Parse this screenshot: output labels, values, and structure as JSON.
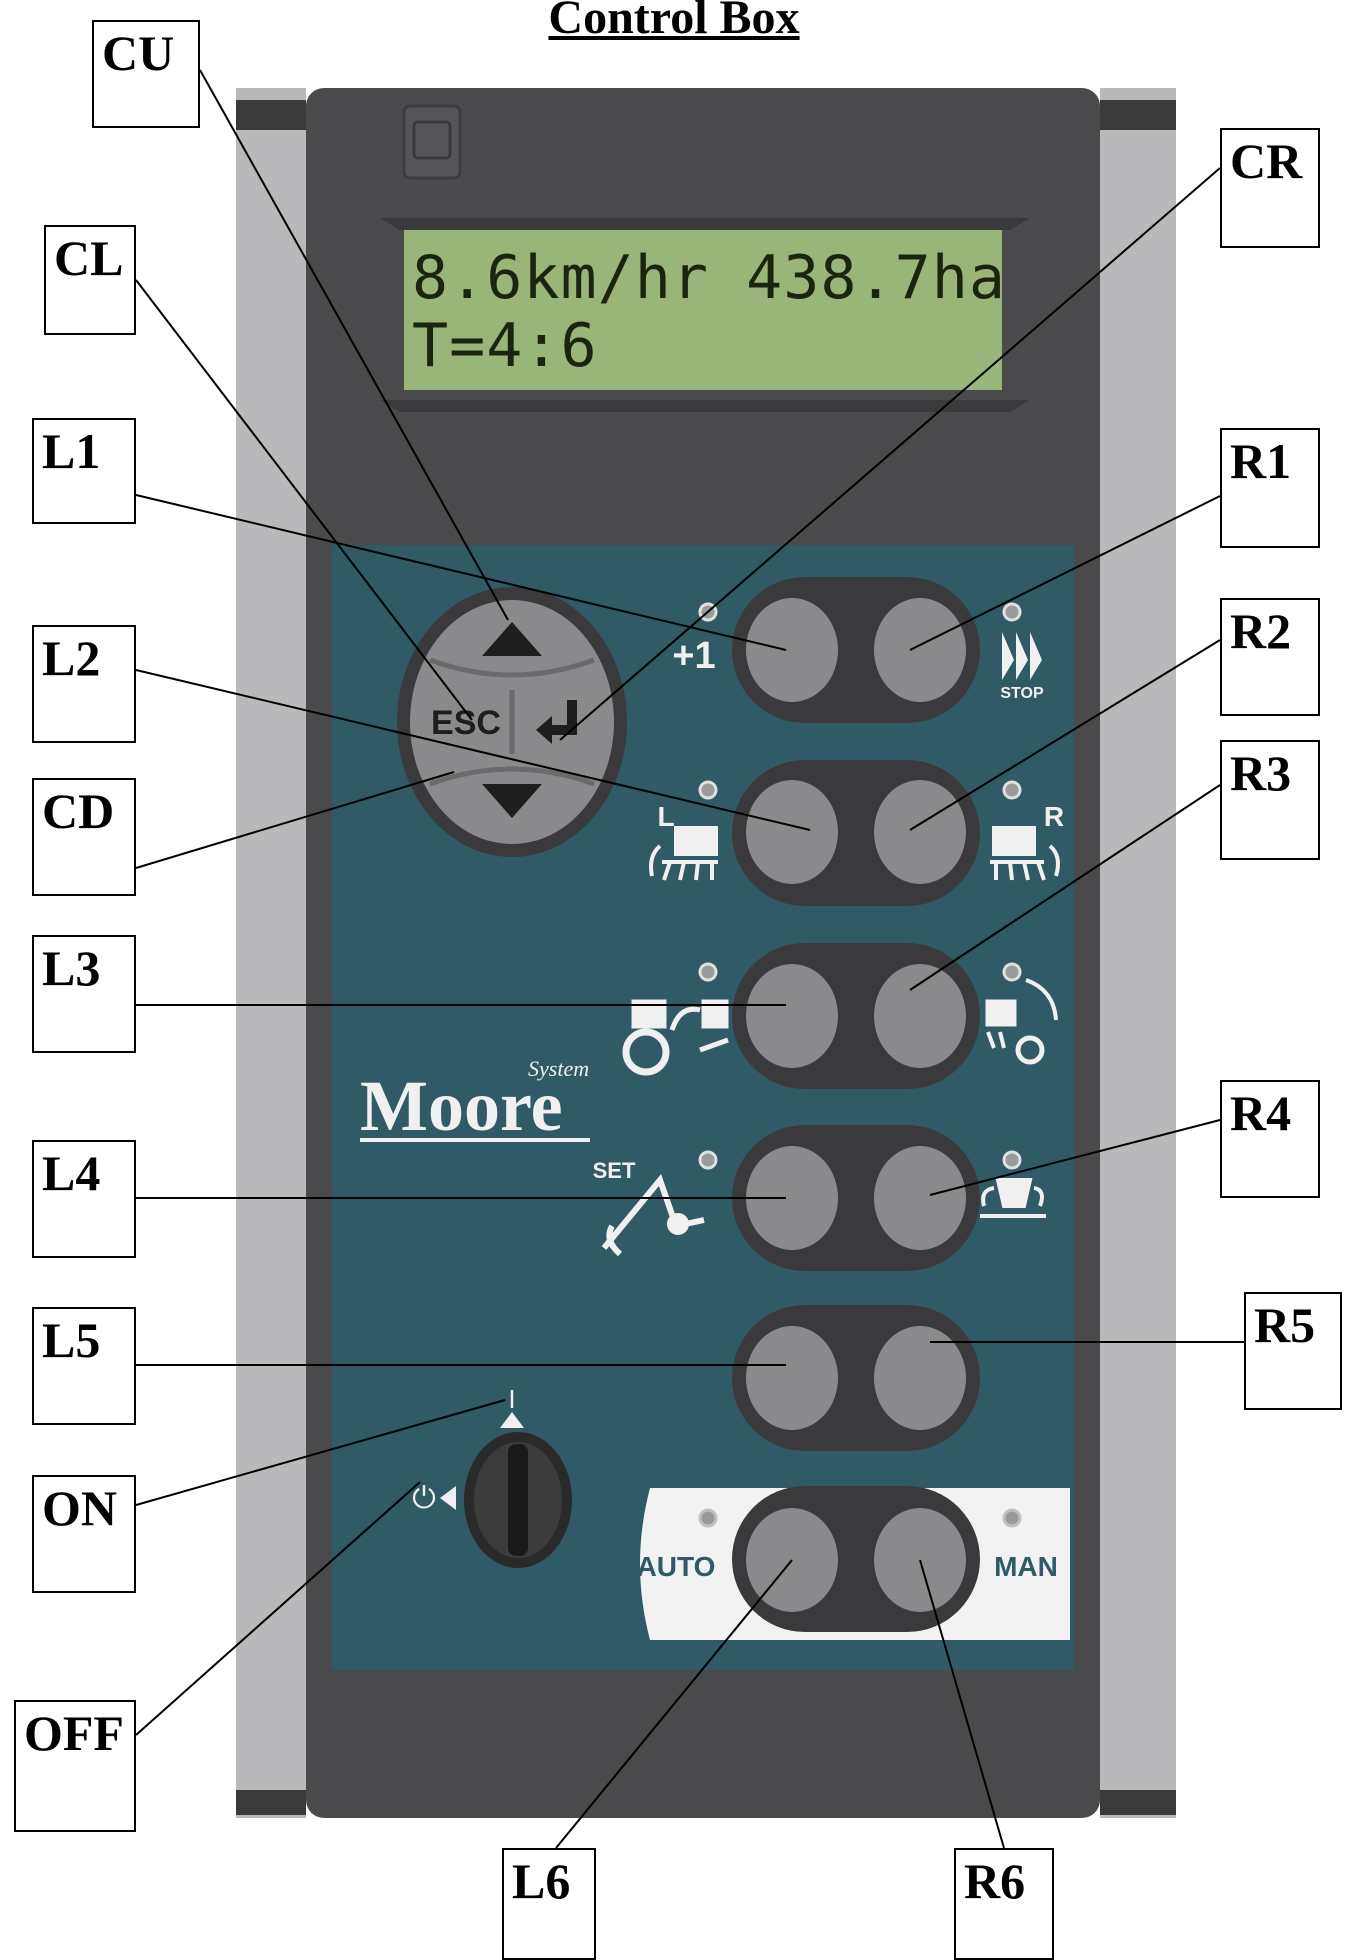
{
  "title": "Control Box",
  "display": {
    "line1": "8.6km/hr 438.7ha",
    "line2": "T=4:6"
  },
  "panel": {
    "brand_small": "System",
    "brand": "Moore",
    "esc_label": "ESC",
    "plus_label": "+1",
    "stop_label": "STOP",
    "row2_left_letter": "L",
    "row2_right_letter": "R",
    "set_label": "SET",
    "auto_label": "AUTO",
    "man_label": "MAN",
    "switch_on_mark": "I",
    "switch_off_mark": "⏻"
  },
  "callouts": {
    "CU": "CU",
    "CL": "CL",
    "CR": "CR",
    "CD": "CD",
    "L1": "L1",
    "L2": "L2",
    "L3": "L3",
    "L4": "L4",
    "L5": "L5",
    "L6": "L6",
    "R1": "R1",
    "R2": "R2",
    "R3": "R3",
    "R4": "R4",
    "R5": "R5",
    "R6": "R6",
    "ON": "ON",
    "OFF": "OFF"
  },
  "icons": {
    "up_arrow": "triangle-up-icon",
    "down_arrow": "triangle-down-icon",
    "enter": "enter-arrow-icon",
    "crop_stop": "crop-stop-icon",
    "left_marker": "left-marker-icon",
    "right_marker": "right-marker-icon",
    "tractor": "tractor-icon",
    "hopper_flow": "hopper-flow-icon",
    "arm_set": "arm-set-icon",
    "hopper_lift": "hopper-lift-icon",
    "logo": "control-box-logo-icon"
  },
  "colors": {
    "panel_teal": "#2f5a66",
    "housing": "#48484a",
    "lcd": "#9ab57a",
    "button": "#8a8a8c"
  }
}
